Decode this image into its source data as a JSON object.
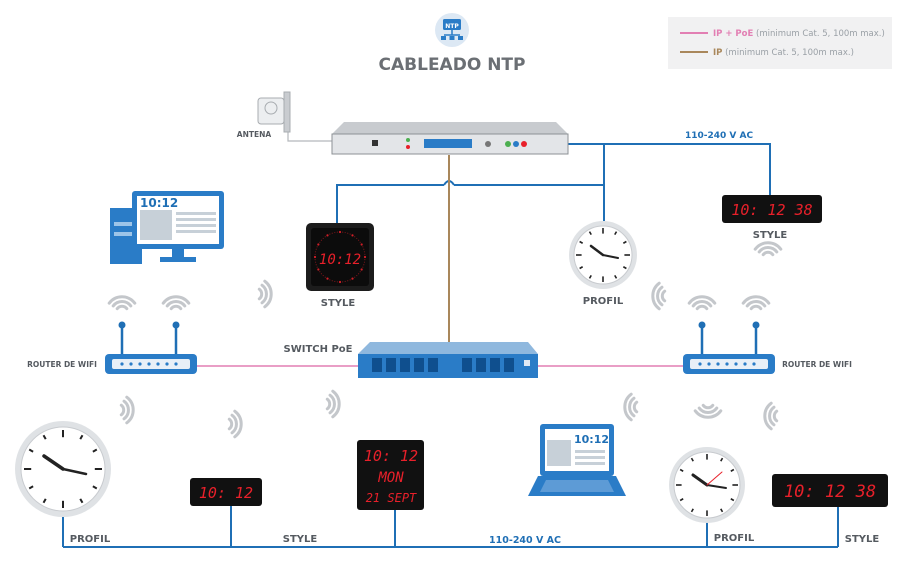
{
  "title": "CABLEADO NTP",
  "ntp_badge": "NTP",
  "legend": {
    "items": [
      {
        "label": "IP + PoE",
        "note": "(minimum Cat. 5, 100m max.)",
        "color": "#e27fb3"
      },
      {
        "label": "IP",
        "note": "(minimum Cat. 5, 100m max.)",
        "color": "#a9875b"
      }
    ]
  },
  "labels": {
    "antena": "ANTENA",
    "power_top": "110-240 V AC",
    "power_bottom": "110-240 V AC",
    "switch": "SWITCH PoE",
    "router_left": "ROUTER DE WIFI",
    "router_right": "ROUTER DE WIFI",
    "style_top_left": "STYLE",
    "profil_top": "PROFIL",
    "style_top_right": "STYLE",
    "profil_bottom_left": "PROFIL",
    "style_bottom_left": "STYLE",
    "profil_bottom_right": "PROFIL",
    "style_bottom_right": "STYLE"
  },
  "displays": {
    "pc_screen": "10:12",
    "laptop_screen": "10:12",
    "style_square": "10:12",
    "style_hms_top": "10: 12 38",
    "style_small_bottom": "10: 12",
    "calendar_time": "10: 12",
    "calendar_day": "MON",
    "calendar_date": "21 SEPT",
    "style_hms_bottom": "10: 12 38"
  },
  "colors": {
    "blue_line": "#1f6fb5",
    "poe_line": "#e27fb3",
    "ip_line": "#a9875b",
    "device_blue": "#2a7cc7",
    "led_red": "#e8202a"
  }
}
